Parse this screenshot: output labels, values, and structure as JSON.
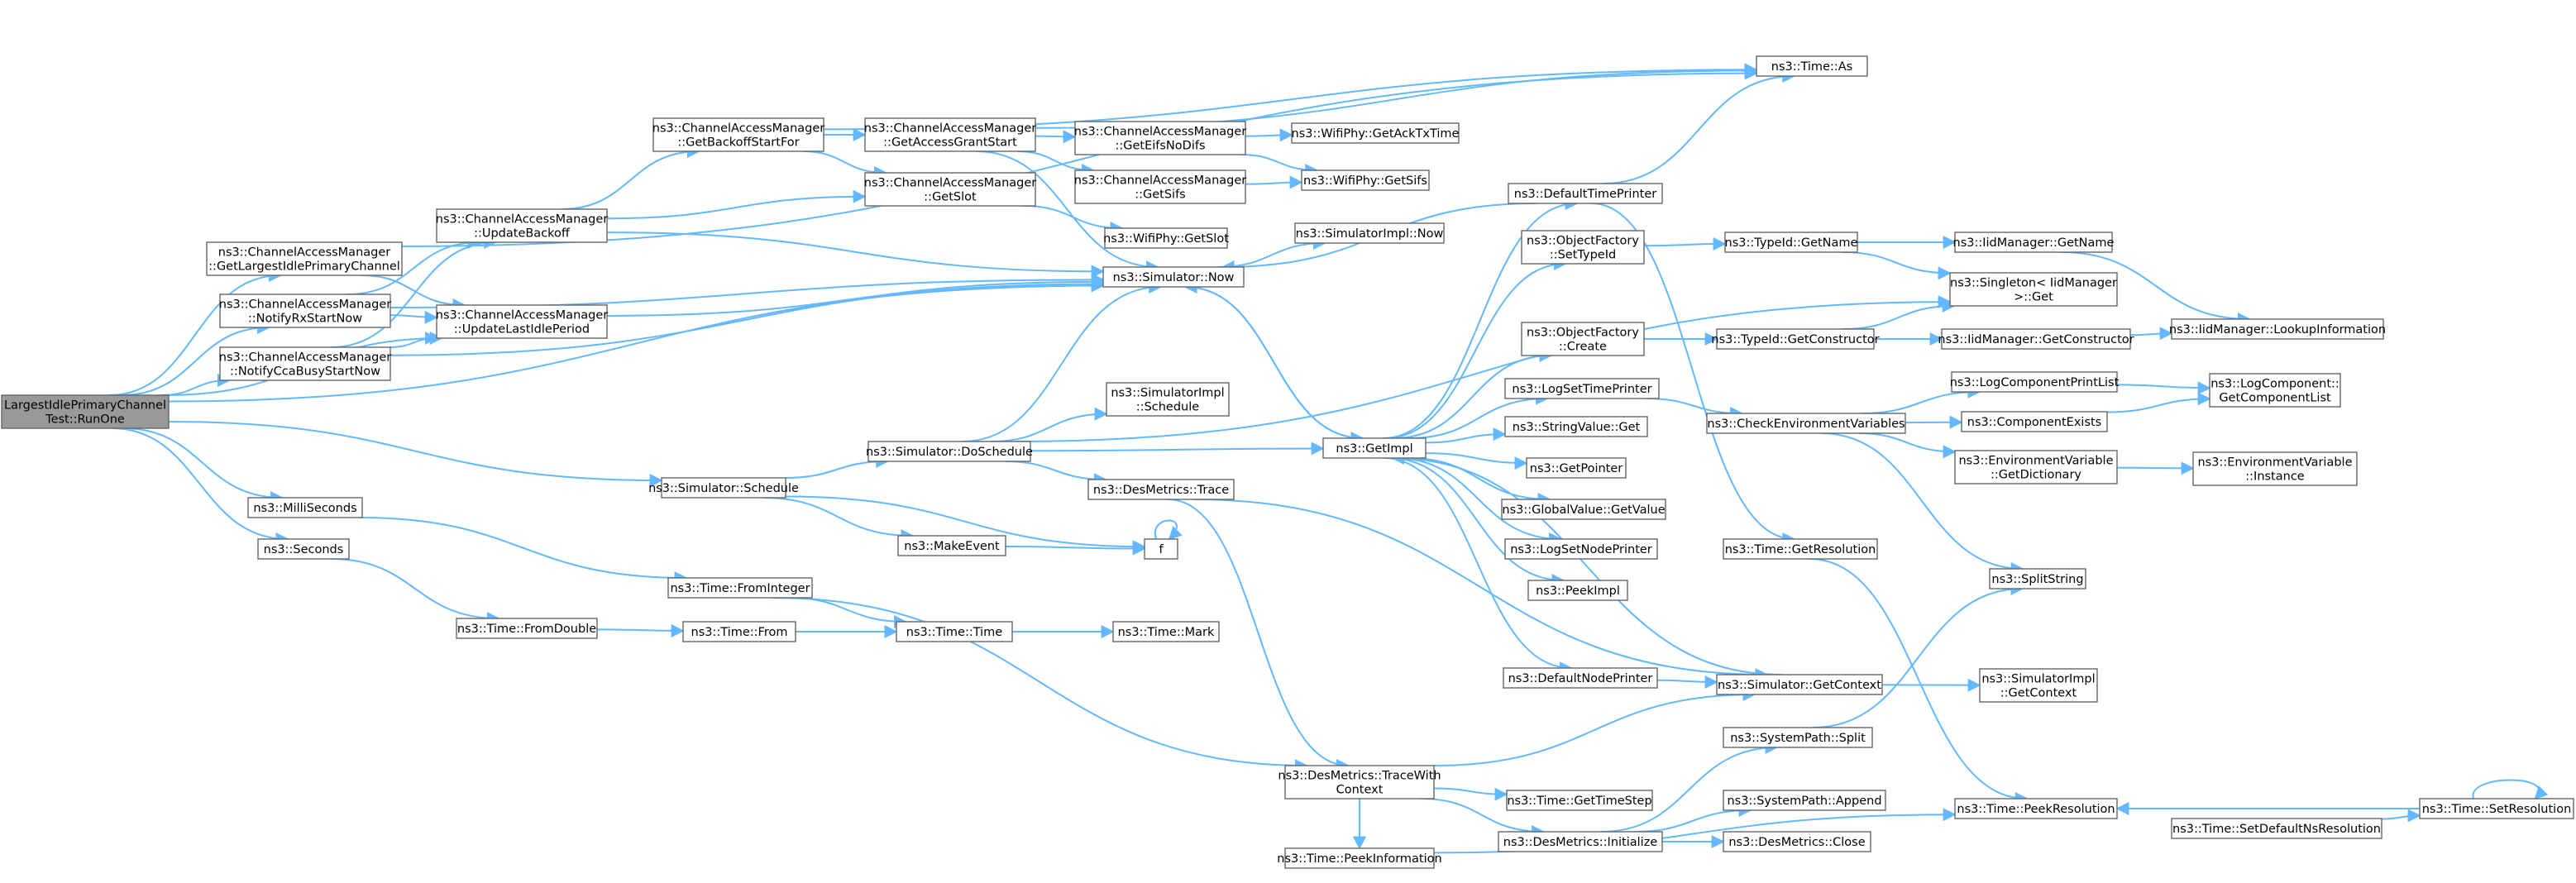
{
  "graph": {
    "colors": {
      "edge": "#63b8ff",
      "node_border": "#666666",
      "root_fill": "#999999",
      "node_fill": "#ffffff"
    },
    "nodes": [
      {
        "id": "root",
        "lines": [
          "LargestIdlePrimaryChannel",
          "Test::RunOne"
        ],
        "root": true
      },
      {
        "id": "getlargest",
        "lines": [
          "ns3::ChannelAccessManager",
          "::GetLargestIdlePrimaryChannel"
        ]
      },
      {
        "id": "notifyrx",
        "lines": [
          "ns3::ChannelAccessManager",
          "::NotifyRxStartNow"
        ]
      },
      {
        "id": "notifycca",
        "lines": [
          "ns3::ChannelAccessManager",
          "::NotifyCcaBusyStartNow"
        ]
      },
      {
        "id": "millis",
        "lines": [
          "ns3::MilliSeconds"
        ]
      },
      {
        "id": "seconds",
        "lines": [
          "ns3::Seconds"
        ]
      },
      {
        "id": "updatebackoff",
        "lines": [
          "ns3::ChannelAccessManager",
          "::UpdateBackoff"
        ]
      },
      {
        "id": "updatelastidle",
        "lines": [
          "ns3::ChannelAccessManager",
          "::UpdateLastIdlePeriod"
        ]
      },
      {
        "id": "schedule",
        "lines": [
          "ns3::Simulator::Schedule"
        ]
      },
      {
        "id": "fromdouble",
        "lines": [
          "ns3::Time::FromDouble"
        ]
      },
      {
        "id": "getbackoff",
        "lines": [
          "ns3::ChannelAccessManager",
          "::GetBackoffStartFor"
        ]
      },
      {
        "id": "frominteger",
        "lines": [
          "ns3::Time::FromInteger"
        ]
      },
      {
        "id": "timefrom",
        "lines": [
          "ns3::Time::From"
        ]
      },
      {
        "id": "getaccess",
        "lines": [
          "ns3::ChannelAccessManager",
          "::GetAccessGrantStart"
        ]
      },
      {
        "id": "getslot",
        "lines": [
          "ns3::ChannelAccessManager",
          "::GetSlot"
        ]
      },
      {
        "id": "doschedule",
        "lines": [
          "ns3::Simulator::DoSchedule"
        ]
      },
      {
        "id": "makeevent",
        "lines": [
          "ns3::MakeEvent"
        ]
      },
      {
        "id": "timetime",
        "lines": [
          "ns3::Time::Time"
        ]
      },
      {
        "id": "geteifs",
        "lines": [
          "ns3::ChannelAccessManager",
          "::GetEifsNoDifs"
        ]
      },
      {
        "id": "getsifs_cam",
        "lines": [
          "ns3::ChannelAccessManager",
          "::GetSifs"
        ]
      },
      {
        "id": "wifigetslot",
        "lines": [
          "ns3::WifiPhy::GetSlot"
        ]
      },
      {
        "id": "simnow",
        "lines": [
          "ns3::Simulator::Now"
        ]
      },
      {
        "id": "simimplschedule",
        "lines": [
          "ns3::SimulatorImpl",
          "::Schedule"
        ]
      },
      {
        "id": "desmetricstrace",
        "lines": [
          "ns3::DesMetrics::Trace"
        ]
      },
      {
        "id": "f",
        "lines": [
          "f"
        ]
      },
      {
        "id": "timemark",
        "lines": [
          "ns3::Time::Mark"
        ]
      },
      {
        "id": "desmetricstracewith",
        "lines": [
          "ns3::DesMetrics::TraceWith",
          "Context"
        ]
      },
      {
        "id": "peekinfo",
        "lines": [
          "ns3::Time::PeekInformation"
        ]
      },
      {
        "id": "wifiacktx",
        "lines": [
          "ns3::WifiPhy::GetAckTxTime"
        ]
      },
      {
        "id": "wifisifs",
        "lines": [
          "ns3::WifiPhy::GetSifs"
        ]
      },
      {
        "id": "simimplnow",
        "lines": [
          "ns3::SimulatorImpl::Now"
        ]
      },
      {
        "id": "getimpl",
        "lines": [
          "ns3::GetImpl"
        ]
      },
      {
        "id": "defaulttimeprinter",
        "lines": [
          "ns3::DefaultTimePrinter"
        ]
      },
      {
        "id": "objfactorysettype",
        "lines": [
          "ns3::ObjectFactory",
          "::SetTypeId"
        ]
      },
      {
        "id": "objfactorycreate",
        "lines": [
          "ns3::ObjectFactory",
          "::Create"
        ]
      },
      {
        "id": "logsettimeprinter",
        "lines": [
          "ns3::LogSetTimePrinter"
        ]
      },
      {
        "id": "stringvalueget",
        "lines": [
          "ns3::StringValue::Get"
        ]
      },
      {
        "id": "getpointer",
        "lines": [
          "ns3::GetPointer"
        ]
      },
      {
        "id": "globalvalue",
        "lines": [
          "ns3::GlobalValue::GetValue"
        ]
      },
      {
        "id": "logsetnodeprinter",
        "lines": [
          "ns3::LogSetNodePrinter"
        ]
      },
      {
        "id": "peekimpl",
        "lines": [
          "ns3::PeekImpl"
        ]
      },
      {
        "id": "defaultnodeprinter",
        "lines": [
          "ns3::DefaultNodePrinter"
        ]
      },
      {
        "id": "gettimestep",
        "lines": [
          "ns3::Time::GetTimeStep"
        ]
      },
      {
        "id": "desinit",
        "lines": [
          "ns3::DesMetrics::Initialize"
        ]
      },
      {
        "id": "timeas",
        "lines": [
          "ns3::Time::As"
        ]
      },
      {
        "id": "typeidgetname",
        "lines": [
          "ns3::TypeId::GetName"
        ]
      },
      {
        "id": "typeidgetctor",
        "lines": [
          "ns3::TypeId::GetConstructor"
        ]
      },
      {
        "id": "checkenv",
        "lines": [
          "ns3::CheckEnvironmentVariables"
        ]
      },
      {
        "id": "getresolution",
        "lines": [
          "ns3::Time::GetResolution"
        ]
      },
      {
        "id": "simgetcontext",
        "lines": [
          "ns3::Simulator::GetContext"
        ]
      },
      {
        "id": "syspathsplit",
        "lines": [
          "ns3::SystemPath::Split"
        ]
      },
      {
        "id": "syspathappend",
        "lines": [
          "ns3::SystemPath::Append"
        ]
      },
      {
        "id": "desclose",
        "lines": [
          "ns3::DesMetrics::Close"
        ]
      },
      {
        "id": "iidgetname",
        "lines": [
          "ns3::IidManager::GetName"
        ]
      },
      {
        "id": "singleton",
        "lines": [
          "ns3::Singleton< IidManager",
          ">::Get"
        ]
      },
      {
        "id": "iidgetctor",
        "lines": [
          "ns3::IidManager::GetConstructor"
        ]
      },
      {
        "id": "logcompprint",
        "lines": [
          "ns3::LogComponentPrintList"
        ]
      },
      {
        "id": "compexists",
        "lines": [
          "ns3::ComponentExists"
        ]
      },
      {
        "id": "envgetdict",
        "lines": [
          "ns3::EnvironmentVariable",
          "::GetDictionary"
        ]
      },
      {
        "id": "splitstring",
        "lines": [
          "ns3::SplitString"
        ]
      },
      {
        "id": "simimplgetcontext",
        "lines": [
          "ns3::SimulatorImpl",
          "::GetContext"
        ]
      },
      {
        "id": "peekresolution",
        "lines": [
          "ns3::Time::PeekResolution"
        ]
      },
      {
        "id": "iidlookup",
        "lines": [
          "ns3::IidManager::LookupInformation"
        ]
      },
      {
        "id": "logcompget",
        "lines": [
          "ns3::LogComponent::",
          "GetComponentList"
        ]
      },
      {
        "id": "envinstance",
        "lines": [
          "ns3::EnvironmentVariable",
          "::Instance"
        ]
      },
      {
        "id": "setdefaultns",
        "lines": [
          "ns3::Time::SetDefaultNsResolution"
        ]
      },
      {
        "id": "setresolution",
        "lines": [
          "ns3::Time::SetResolution"
        ]
      }
    ],
    "edges": [
      [
        "root",
        "getlargest"
      ],
      [
        "root",
        "notifyrx"
      ],
      [
        "root",
        "notifycca"
      ],
      [
        "root",
        "millis"
      ],
      [
        "root",
        "seconds"
      ],
      [
        "root",
        "schedule"
      ],
      [
        "root",
        "simnow"
      ],
      [
        "root",
        "updatelastidle"
      ],
      [
        "getlargest",
        "timeas"
      ],
      [
        "getlargest",
        "updatelastidle"
      ],
      [
        "notifyrx",
        "updatebackoff"
      ],
      [
        "notifyrx",
        "updatelastidle"
      ],
      [
        "notifyrx",
        "simnow"
      ],
      [
        "notifycca",
        "updatebackoff"
      ],
      [
        "notifycca",
        "updatelastidle"
      ],
      [
        "notifycca",
        "simnow"
      ],
      [
        "updatebackoff",
        "getbackoff"
      ],
      [
        "updatebackoff",
        "getslot"
      ],
      [
        "updatebackoff",
        "simnow"
      ],
      [
        "updatelastidle",
        "simnow"
      ],
      [
        "getbackoff",
        "getaccess"
      ],
      [
        "getbackoff",
        "getslot"
      ],
      [
        "getbackoff",
        "timeas"
      ],
      [
        "getaccess",
        "geteifs"
      ],
      [
        "getaccess",
        "getsifs_cam"
      ],
      [
        "getaccess",
        "simnow"
      ],
      [
        "getaccess",
        "timeas"
      ],
      [
        "geteifs",
        "wifiacktx"
      ],
      [
        "geteifs",
        "wifisifs"
      ],
      [
        "getsifs_cam",
        "wifisifs"
      ],
      [
        "getslot",
        "wifigetslot"
      ],
      [
        "millis",
        "frominteger"
      ],
      [
        "seconds",
        "fromdouble"
      ],
      [
        "schedule",
        "doschedule"
      ],
      [
        "schedule",
        "makeevent"
      ],
      [
        "schedule",
        "f"
      ],
      [
        "fromdouble",
        "timefrom"
      ],
      [
        "frominteger",
        "timetime"
      ],
      [
        "frominteger",
        "desmetricstracewith"
      ],
      [
        "timefrom",
        "timetime"
      ],
      [
        "timetime",
        "timemark"
      ],
      [
        "makeevent",
        "f"
      ],
      [
        "f",
        "f"
      ],
      [
        "doschedule",
        "simnow"
      ],
      [
        "doschedule",
        "simimplschedule"
      ],
      [
        "doschedule",
        "desmetricstrace"
      ],
      [
        "doschedule",
        "getimpl"
      ],
      [
        "doschedule",
        "singleton"
      ],
      [
        "desmetricstrace",
        "desmetricstracewith"
      ],
      [
        "desmetricstrace",
        "simgetcontext"
      ],
      [
        "desmetricstracewith",
        "gettimestep"
      ],
      [
        "desmetricstracewith",
        "desinit"
      ],
      [
        "desmetricstracewith",
        "simgetcontext"
      ],
      [
        "simnow",
        "simimplnow"
      ],
      [
        "simnow",
        "getimpl"
      ],
      [
        "getimpl",
        "defaulttimeprinter"
      ],
      [
        "getimpl",
        "objfactorysettype"
      ],
      [
        "getimpl",
        "objfactorycreate"
      ],
      [
        "getimpl",
        "logsettimeprinter"
      ],
      [
        "getimpl",
        "stringvalueget"
      ],
      [
        "getimpl",
        "getpointer"
      ],
      [
        "getimpl",
        "globalvalue"
      ],
      [
        "getimpl",
        "logsetnodeprinter"
      ],
      [
        "getimpl",
        "peekimpl"
      ],
      [
        "getimpl",
        "defaultnodeprinter"
      ],
      [
        "getimpl",
        "simnow"
      ],
      [
        "defaulttimeprinter",
        "timeas"
      ],
      [
        "defaulttimeprinter",
        "getresolution"
      ],
      [
        "defaulttimeprinter",
        "simnow"
      ],
      [
        "defaultnodeprinter",
        "simgetcontext"
      ],
      [
        "simgetcontext",
        "getimpl"
      ],
      [
        "simgetcontext",
        "simimplgetcontext"
      ],
      [
        "objfactorysettype",
        "typeidgetname"
      ],
      [
        "objfactorycreate",
        "typeidgetctor"
      ],
      [
        "logsettimeprinter",
        "checkenv"
      ],
      [
        "typeidgetname",
        "iidgetname"
      ],
      [
        "typeidgetname",
        "singleton"
      ],
      [
        "typeidgetctor",
        "iidgetctor"
      ],
      [
        "typeidgetctor",
        "singleton"
      ],
      [
        "iidgetname",
        "iidlookup"
      ],
      [
        "iidgetctor",
        "iidlookup"
      ],
      [
        "checkenv",
        "logcompprint"
      ],
      [
        "checkenv",
        "compexists"
      ],
      [
        "checkenv",
        "envgetdict"
      ],
      [
        "checkenv",
        "splitstring"
      ],
      [
        "logcompprint",
        "logcompget"
      ],
      [
        "compexists",
        "logcompget"
      ],
      [
        "envgetdict",
        "envinstance"
      ],
      [
        "getresolution",
        "peekresolution"
      ],
      [
        "desinit",
        "syspathsplit"
      ],
      [
        "desinit",
        "syspathappend"
      ],
      [
        "desinit",
        "desclose"
      ],
      [
        "syspathsplit",
        "splitstring"
      ],
      [
        "peekinfo",
        "peekresolution"
      ],
      [
        "setdefaultns",
        "setresolution"
      ],
      [
        "setresolution",
        "setresolution"
      ],
      [
        "setresolution",
        "peekresolution"
      ],
      [
        "desmetricstracewith",
        "peekinfo"
      ]
    ]
  }
}
